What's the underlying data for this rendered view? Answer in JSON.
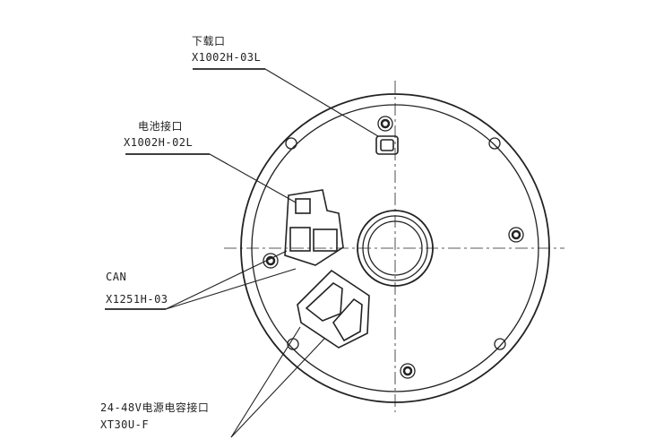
{
  "labels": {
    "download": {
      "name": "下载口",
      "part": "X1002H-03L"
    },
    "battery": {
      "name": "电池接口",
      "part": "X1002H-02L"
    },
    "can": {
      "name": "CAN",
      "part": "X1251H-03"
    },
    "power": {
      "name": "24-48V电源电容接口",
      "part": "XT30U-F"
    }
  },
  "colors": {
    "line": "#222222",
    "background": "#ffffff"
  }
}
